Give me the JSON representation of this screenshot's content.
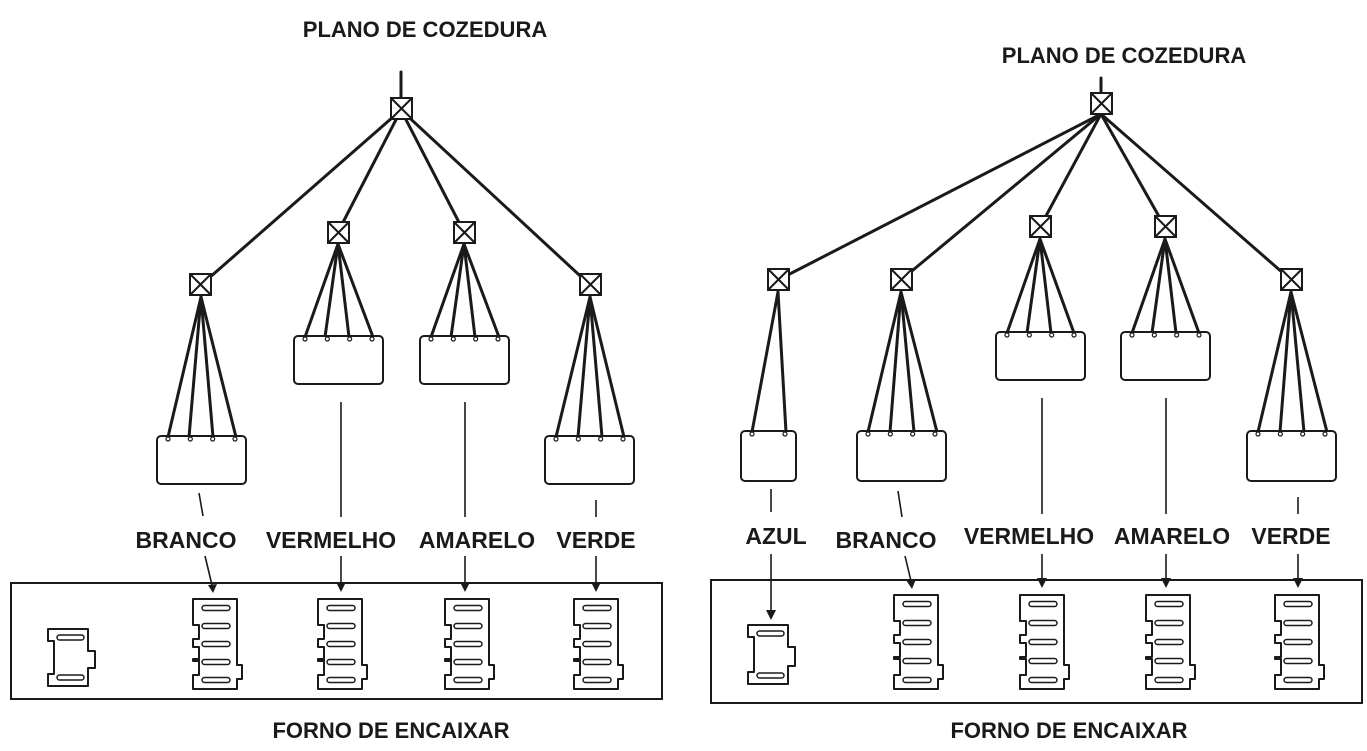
{
  "diagrams": [
    {
      "title": "PLANO DE COZEDURA",
      "footer": "FORNO DE ENCAIXAR",
      "branches": [
        {
          "color": "BRANCO",
          "wires": 4
        },
        {
          "color": "VERMELHO",
          "wires": 4
        },
        {
          "color": "AMARELO",
          "wires": 4
        },
        {
          "color": "VERDE",
          "wires": 4
        }
      ],
      "blank_connector_slots": 2
    },
    {
      "title": "PLANO DE COZEDURA",
      "footer": "FORNO DE ENCAIXAR",
      "branches": [
        {
          "color": "AZUL",
          "wires": 2
        },
        {
          "color": "BRANCO",
          "wires": 4
        },
        {
          "color": "VERMELHO",
          "wires": 4
        },
        {
          "color": "AMARELO",
          "wires": 4
        },
        {
          "color": "VERDE",
          "wires": 4
        }
      ]
    }
  ],
  "palette": {
    "ink": "#1a1a1a",
    "background": "#ffffff"
  }
}
